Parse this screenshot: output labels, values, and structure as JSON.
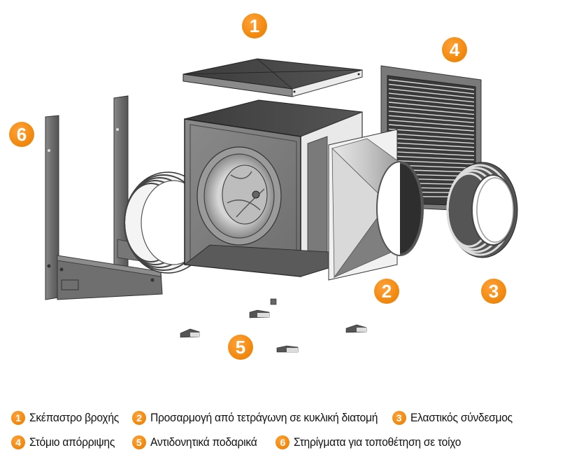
{
  "diagram": {
    "type": "exploded-assembly",
    "subject": "Centrifugal box fan unit with accessories",
    "accent_color": "#f28a10",
    "callouts": [
      {
        "number": "1",
        "part": "rain-cover"
      },
      {
        "number": "2",
        "part": "square-to-round-adapter"
      },
      {
        "number": "3",
        "part": "flexible-connector-right"
      },
      {
        "number": "4",
        "part": "discharge-grille"
      },
      {
        "number": "5",
        "part": "anti-vibration-feet"
      },
      {
        "number": "6",
        "part": "wall-mounting-brackets"
      }
    ]
  },
  "legend": {
    "rows": [
      [
        {
          "number": "1",
          "label": "Σκέπαστρο βροχής"
        },
        {
          "number": "2",
          "label": "Προσαρμογή από τετράγωνη σε κυκλική διατομή"
        },
        {
          "number": "3",
          "label": "Ελαστικός σύνδεσμος"
        }
      ],
      [
        {
          "number": "4",
          "label": "Στόμιο απόρριψης"
        },
        {
          "number": "5",
          "label": "Αντιδονητικά ποδαρικά"
        },
        {
          "number": "6",
          "label": "Στηρίγματα για τοποθέτηση σε τοίχο"
        }
      ]
    ]
  }
}
